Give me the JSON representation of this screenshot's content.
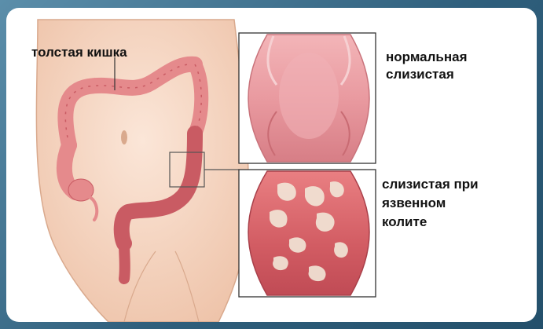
{
  "labels": {
    "colon": "толстая кишка",
    "normal_line1": "нормальная",
    "normal_line2": "слизистая",
    "ulcer_line1": "слизистая при",
    "ulcer_line2": "язвенном",
    "ulcer_line3": "колите"
  },
  "colors": {
    "background": "#2f5f7c",
    "card": "#ffffff",
    "skin": "#f6d9c6",
    "colon": "#e58a8c",
    "colon_dark": "#c95b63",
    "mucosa_normal": "#eba2a6",
    "mucosa_ulcer": "#d8666a",
    "ulcer_spot": "#f2e7d8"
  },
  "icons": [
    "torso-illustration",
    "normal-mucosa-illustration",
    "ulcerated-mucosa-illustration"
  ]
}
